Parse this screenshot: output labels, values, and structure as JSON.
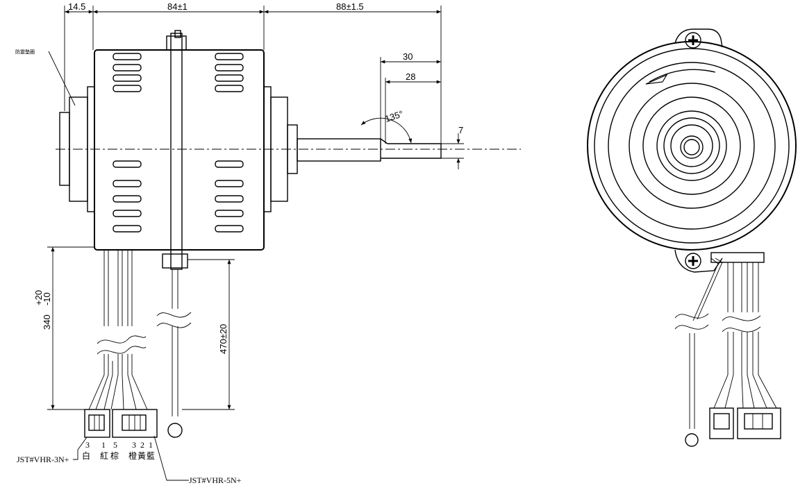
{
  "dimensions": {
    "d_14_5": "14.5",
    "d_84": "84±1",
    "d_88": "88±1.5",
    "d_30": "30",
    "d_28": "28",
    "d_7": "7",
    "d_135": "135°",
    "d_470": "470±20",
    "d_340": "340",
    "d_340_tol_upper": "+20",
    "d_340_tol_lower": "-10"
  },
  "labels": {
    "vibration_pad": "防震墊圈",
    "connector_3n": "JST#VHR-3N+",
    "connector_5n": "JST#VHR-5N+",
    "pin_3": "3",
    "pin_1": "1",
    "pin_5": "5",
    "pin_3b": "3",
    "pin_2": "2",
    "pin_1b": "1",
    "wire_white": "白",
    "wire_red": "紅",
    "wire_brown": "棕",
    "wire_orange": "橙",
    "wire_yellow": "黃",
    "wire_blue": "藍"
  }
}
